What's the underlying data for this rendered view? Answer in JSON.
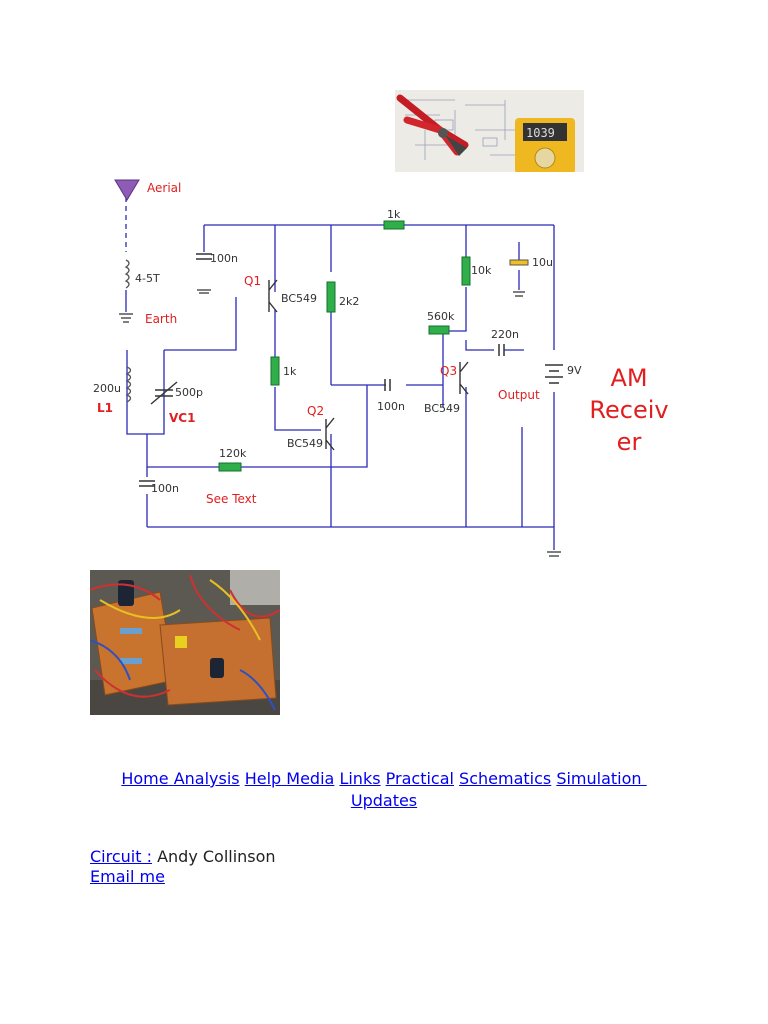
{
  "schematic": {
    "labels": {
      "aerial": "Aerial",
      "turns": "4-5T",
      "earth": "Earth",
      "c_100n_top": "100n",
      "q1": "Q1",
      "bc549_q1": "BC549",
      "r_1k_top": "1k",
      "r_2k2": "2k2",
      "r_10k": "10k",
      "c_10u": "10u",
      "r_560k": "560k",
      "c_220n": "220n",
      "l_200u": "200u",
      "l1": "L1",
      "c_500p": "500p",
      "vc1": "VC1",
      "r_1k_mid": "1k",
      "q2": "Q2",
      "bc549_q2": "BC549",
      "c_100n_mid": "100n",
      "q3": "Q3",
      "bc549_q3": "BC549",
      "output": "Output",
      "battery": "9V",
      "r_120k": "120k",
      "c_100n_bottom": "100n",
      "see_text": "See Text"
    },
    "title_lines": [
      "AM",
      "Receiv",
      "er"
    ]
  },
  "nav": {
    "links": [
      "Home",
      "Analysis",
      "Help",
      "Media",
      "Links",
      "Practical",
      "Schematics",
      "Simulation",
      "Updates"
    ]
  },
  "credit": {
    "label": "Circuit :",
    "name": " Andy Collinson",
    "email": "Email me"
  },
  "colors": {
    "wire": "#2b2bb8",
    "resistor": "#2fae4a",
    "label_red": "#e02020",
    "link": "#0000ee"
  }
}
